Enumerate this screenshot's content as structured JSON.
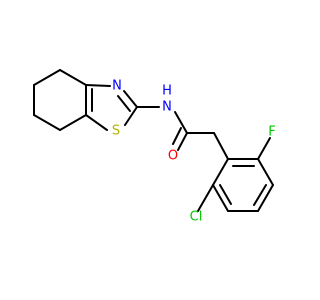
{
  "molecule": {
    "atoms": {
      "n_ring": {
        "symbol": "N",
        "color": "#0000ff"
      },
      "s_ring": {
        "symbol": "S",
        "color": "#b2b200"
      },
      "nh": {
        "symbol": "N",
        "color": "#0000ff"
      },
      "h": {
        "symbol": "H",
        "color": "#0000ff"
      },
      "o": {
        "symbol": "O",
        "color": "#ff0000"
      },
      "cl": {
        "symbol": "Cl",
        "color": "#00cc00"
      },
      "f": {
        "symbol": "F",
        "color": "#00cc00"
      }
    }
  }
}
